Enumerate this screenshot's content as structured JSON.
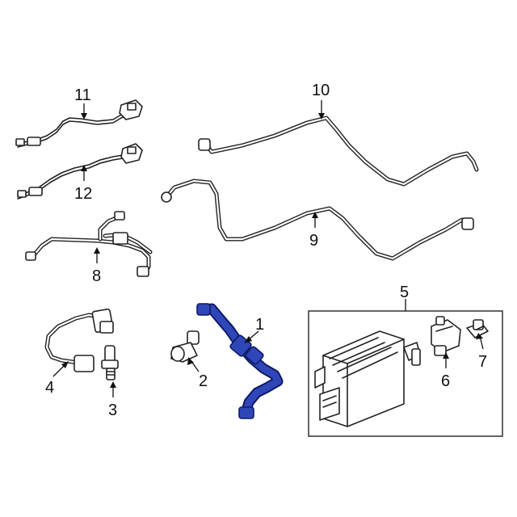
{
  "colors": {
    "line": "#222222",
    "highlight_fill": "#2f46b8",
    "highlight_stroke": "#0e1a66",
    "background": "#ffffff"
  },
  "callouts": [
    {
      "id": "1",
      "label": "1"
    },
    {
      "id": "2",
      "label": "2"
    },
    {
      "id": "3",
      "label": "3"
    },
    {
      "id": "4",
      "label": "4"
    },
    {
      "id": "5",
      "label": "5"
    },
    {
      "id": "6",
      "label": "6"
    },
    {
      "id": "7",
      "label": "7"
    },
    {
      "id": "8",
      "label": "8"
    },
    {
      "id": "9",
      "label": "9"
    },
    {
      "id": "10",
      "label": "10"
    },
    {
      "id": "11",
      "label": "11"
    },
    {
      "id": "12",
      "label": "12"
    }
  ],
  "highlighted_part": "1"
}
